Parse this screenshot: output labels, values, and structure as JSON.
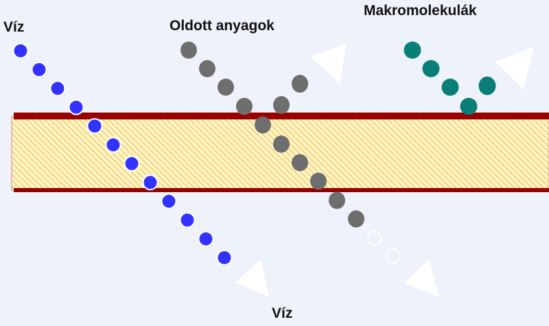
{
  "labels": {
    "water_top": "Víz",
    "dissolved": "Oldott anyagok",
    "macro": "Makromolekulák",
    "water_bottom": "Víz"
  },
  "colors": {
    "background": "#eef2fb",
    "membrane_border": "#990000",
    "membrane_fill": "#fff6c2",
    "membrane_hatch": "#f0a040",
    "water": "#3333ff",
    "dissolved": "#6e6e6e",
    "macro": "#0a7f78",
    "arrow": "#ffffff"
  },
  "icons": {
    "arrow": "triangle-arrow-icon",
    "particle": "circle-particle-icon"
  }
}
